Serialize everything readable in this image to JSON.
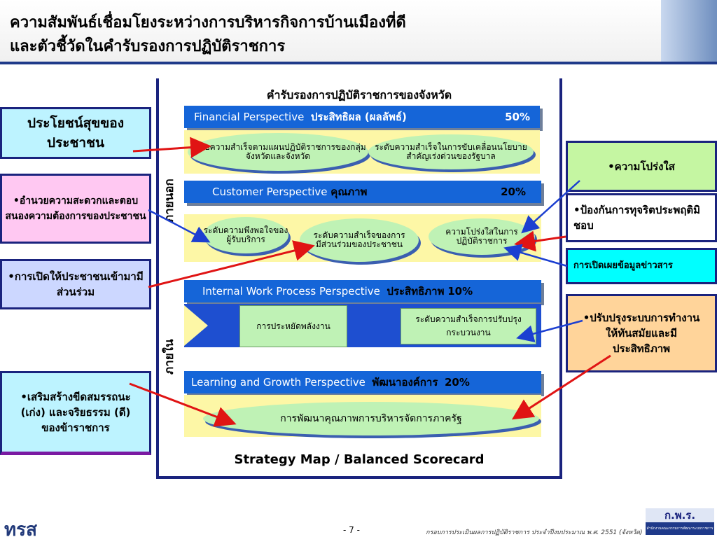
{
  "title": {
    "line1": "ความสัมพันธ์เชื่อมโยงระหว่างการบริหารกิจการบ้านเมืองที่ดี",
    "line2": "และตัวชี้วัดในคำรับรองการปฏิบัติราชการ"
  },
  "map": {
    "heading": "คำรับรองการปฏิบัติราชการของจังหวัด",
    "external_label": "ภายนอก",
    "internal_label": "ภายใน",
    "caption": "Strategy Map / Balanced Scorecard"
  },
  "perspectives": {
    "financial": {
      "name": "Financial Perspective",
      "thai": "ประสิทธิผล (ผลลัพธ์)",
      "pct": "50%"
    },
    "customer": {
      "name": "Customer Perspective",
      "thai": "คุณภาพ",
      "pct": "20%"
    },
    "internal": {
      "name": "Internal Work Process Perspective",
      "thai": "ประสิทธิภาพ",
      "pct": "10%"
    },
    "learning": {
      "name": "Learning and Growth Perspective",
      "thai": "พัฒนาองค์การ",
      "pct": "20%"
    }
  },
  "nodes": {
    "fin1": "ระดับความสำเร็จตามแผนปฏิบัติราชการของกลุ่มจังหวัดและจังหวัด",
    "fin2": "ระดับความสำเร็จในการขับเคลื่อนนโยบายสำคัญเร่งด่วนของรัฐบาล",
    "cus1": "ระดับความพึงพอใจของผู้รับบริการ",
    "cus2": "ระดับความสำเร็จของการมีส่วนร่วมของประชาชน",
    "cus3": "ความโปร่งใสในการปฏิบัติราชการ",
    "int1": "การประหยัดพลังงาน",
    "int2": "ระดับความสำเร็จการปรับปรุงกระบวนงาน",
    "lrn1": "การพัฒนาคุณภาพการบริหารจัดการภาครัฐ"
  },
  "left_boxes": {
    "benefit": "ประโยชน์สุขของประชาชน",
    "convenience": "•อำนวยความสะดวกและตอบสนองความต้องการของประชาชน",
    "participation": "•การเปิดให้ประชาชนเข้ามามีส่วนร่วม",
    "competency": "•เสริมสร้างขีดสมรรถนะ (เก่ง) และจริยธรรม (ดี) ของข้าราชการ"
  },
  "right_boxes": {
    "transparency": "•ความโปร่งใส",
    "anticorruption": "•ป้องกันการทุจริตประพฤติมิชอบ",
    "disclosure": "การเปิดเผยข้อมูลข่าวสาร",
    "improve": "•ปรับปรุงระบบการทำงานให้ทันสมัยและมีประสิทธิภาพ"
  },
  "footer": {
    "logo": "ทรส",
    "page": "- 7 -",
    "note": "กรอบการประเมินผลการปฏิบัติราชการ ประจำปีงบประมาณ พ.ศ. 2551 (จังหวัด)",
    "gpr": "ก.พ.ร.",
    "gpr_sub": "สำนักงานคณะกรรมการพัฒนาระบบราชการ"
  },
  "colors": {
    "navy": "#1a237e",
    "blue": "#1565d8",
    "yellow": "#fdf7a6",
    "green": "#bff2b5",
    "red_arrow": "#e01414",
    "blue_arrow": "#1c3fd1"
  }
}
